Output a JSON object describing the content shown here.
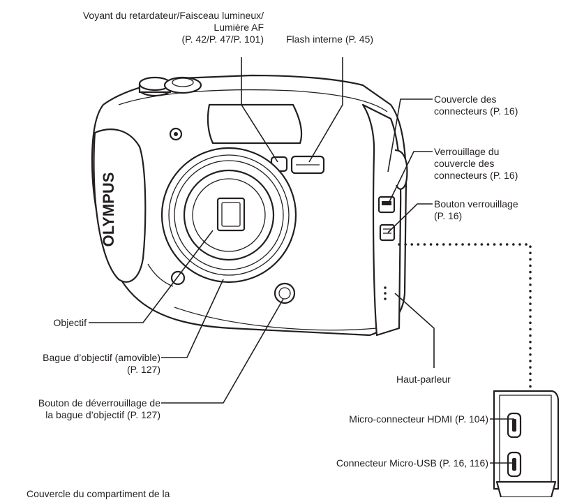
{
  "brand": "OLYMPUS",
  "labels": {
    "voyant_l1": "Voyant du retardateur/Faisceau lumineux/",
    "voyant_l2": "Lumière AF",
    "voyant_l3": "(P. 42/P. 47/P. 101)",
    "flash": "Flash interne (P. 45)",
    "couvercle_l1": "Couvercle des",
    "couvercle_l2": "connecteurs (P. 16)",
    "verrouillage_l1": "Verrouillage du",
    "verrouillage_l2": "couvercle des",
    "verrouillage_l3": "connecteurs (P. 16)",
    "bouton_verr_l1": "Bouton verrouillage",
    "bouton_verr_l2": "(P. 16)",
    "objectif": "Objectif",
    "bague_l1": "Bague d’objectif (amovible)",
    "bague_l2": "(P. 127)",
    "haut_parleur": "Haut-parleur",
    "deverrouillage_l1": "Bouton de déverrouillage de",
    "deverrouillage_l2": "la bague d’objectif (P. 127)",
    "hdmi": "Micro-connecteur HDMI (P. 104)",
    "usb": "Connecteur Micro-USB (P. 16, 116)",
    "compartiment": "Couvercle du compartiment de la"
  },
  "colors": {
    "line": "#231f20",
    "background": "#ffffff"
  }
}
